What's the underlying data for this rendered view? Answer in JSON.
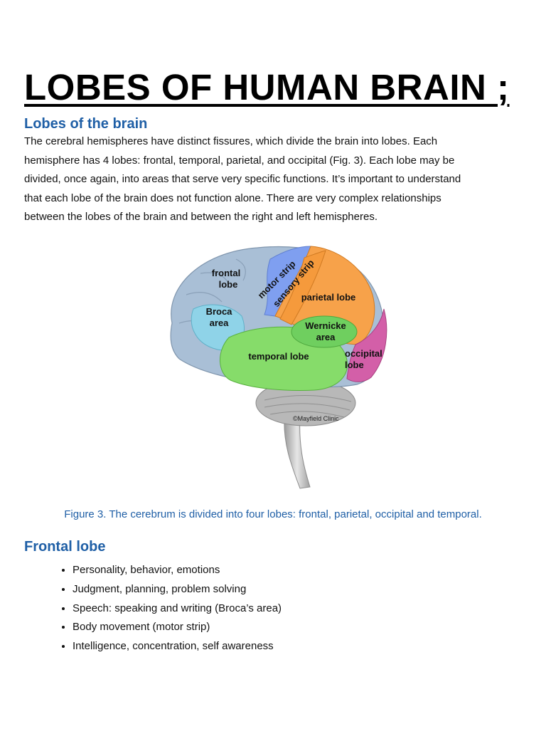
{
  "document": {
    "title": "LOBES OF HUMAN BRAIN  ;",
    "section1_heading": "Lobes of the brain",
    "intro_paragraph": "The cerebral hemispheres have distinct fissures, which divide the brain into lobes. Each hemisphere has 4 lobes: frontal, temporal, parietal, and occipital (Fig. 3). Each lobe may be divided, once again, into areas that serve very specific functions. It’s important to understand that each lobe of the brain does not function alone. There are very complex relationships between the lobes of the brain and between the right and left hemispheres.",
    "figure": {
      "labels": {
        "frontal_1": "frontal",
        "frontal_2": "lobe",
        "broca_1": "Broca",
        "broca_2": "area",
        "motor": "motor strip",
        "sensory": "sensory strip",
        "parietal": "parietal lobe",
        "wernicke_1": "Wernicke",
        "wernicke_2": "area",
        "temporal": "temporal lobe",
        "occipital_1": "occipital",
        "occipital_2": "lobe",
        "credit": "©Mayfield Clinic"
      },
      "colors": {
        "frontal": "#a9bfd6",
        "broca": "#8fd3e8",
        "motor": "#7f9ff0",
        "sensory": "#f59a3c",
        "parietal": "#f7a24a",
        "wernicke": "#6fcf5f",
        "temporal": "#86dc6a",
        "occipital": "#d35fa8",
        "cerebellum": "#b8b8b8"
      },
      "caption": "Figure 3. The cerebrum is divided into four lobes: frontal, parietal, occipital and temporal."
    },
    "section2_heading": "Frontal lobe",
    "frontal_bullets": [
      "Personality, behavior, emotions",
      "Judgment, planning, problem solving",
      "Speech: speaking and writing (Broca’s area)",
      "Body movement (motor strip)",
      "Intelligence, concentration, self awareness"
    ]
  }
}
